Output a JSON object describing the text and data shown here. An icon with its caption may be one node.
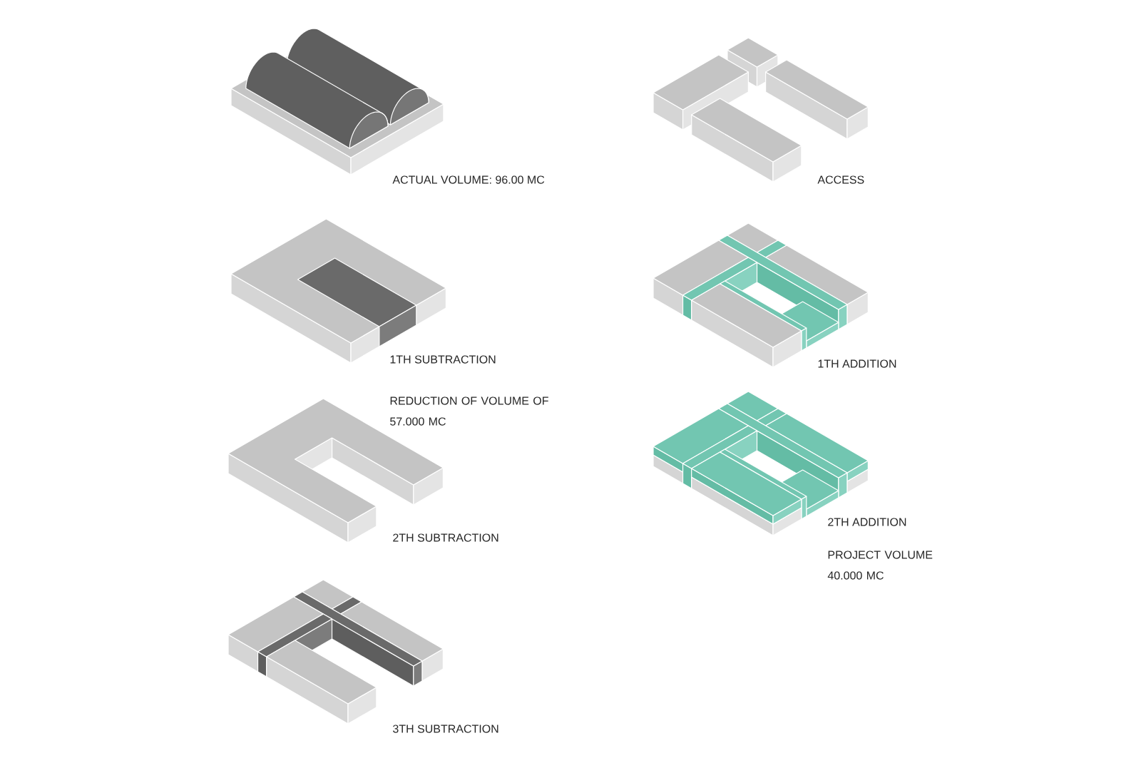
{
  "diagram": {
    "labels": [
      "ACTUAL VOLUME: 96.00 MC",
      "1TH SUBTRACTION",
      "REDUCTION OF VOLUME OF 57.000 MC",
      "2TH SUBTRACTION",
      "3TH SUBTRACTION",
      "ACCESS",
      "1TH ADDITION",
      "2TH ADDITION",
      "PROJECT VOLUME 40.000 MC"
    ]
  }
}
